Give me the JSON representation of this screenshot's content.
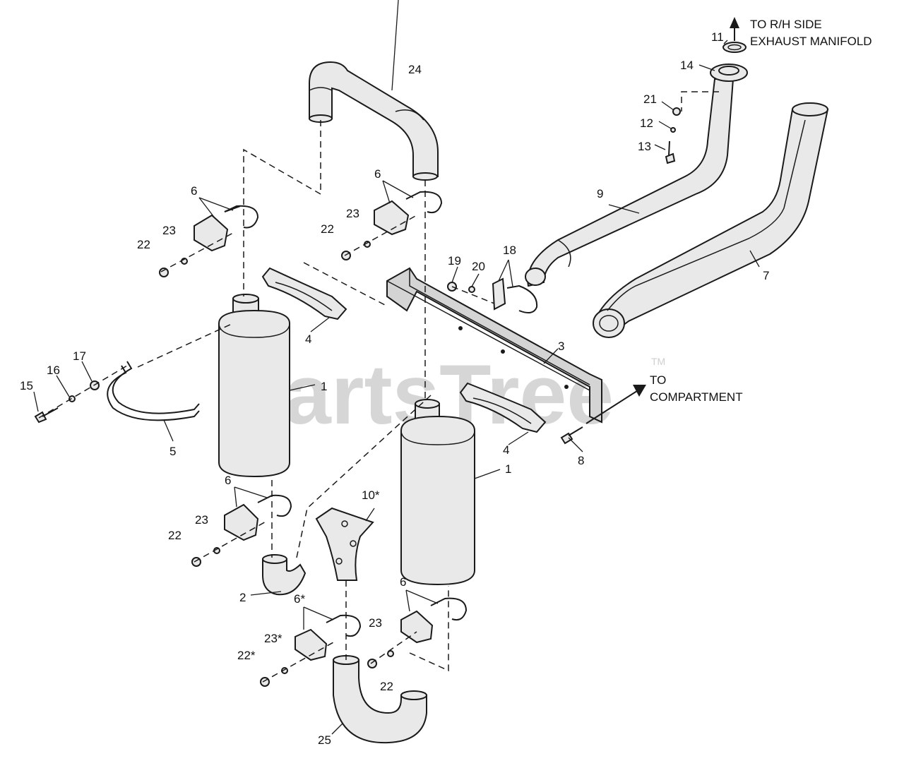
{
  "watermark": {
    "text": "PartsTree",
    "trademark": "TM"
  },
  "notes": {
    "manifold_line1": "TO R/H SIDE",
    "manifold_line2": "EXHAUST MANIFOLD",
    "compartment_line1": "TO",
    "compartment_line2": "COMPARTMENT"
  },
  "callouts": {
    "c1a": "1",
    "c1b": "1",
    "c2": "2",
    "c3": "3",
    "c4a": "4",
    "c4b": "4",
    "c5": "5",
    "c6a": "6",
    "c6b": "6",
    "c6c": "6",
    "c6d": "6*",
    "c6e": "6",
    "c7": "7",
    "c8": "8",
    "c9": "9",
    "c10": "10*",
    "c11": "11",
    "c12": "12",
    "c13": "13",
    "c14": "14",
    "c15": "15",
    "c16": "16",
    "c17": "17",
    "c18": "18",
    "c19": "19",
    "c20": "20",
    "c21": "21",
    "c22a": "22",
    "c22b": "22",
    "c22c": "22",
    "c22d": "22*",
    "c22e": "22",
    "c23a": "23",
    "c23b": "23",
    "c23c": "23",
    "c23d": "23*",
    "c23e": "23",
    "c24": "24",
    "c25": "25"
  },
  "colors": {
    "ink": "#1a1a1a",
    "part_fill": "#e9e9e9",
    "watermark": "#cfcfcf"
  }
}
